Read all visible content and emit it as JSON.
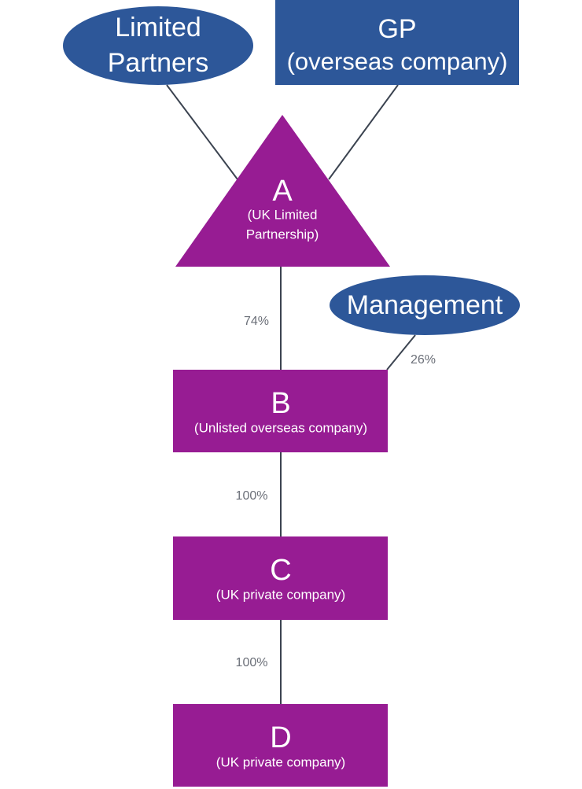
{
  "colors": {
    "entity": "#971c93",
    "owner": "#2d5799",
    "line": "#3b4350",
    "label": "#6b6f78"
  },
  "nodes": {
    "limited_partners": {
      "line1": "Limited",
      "line2": "Partners"
    },
    "gp": {
      "line1": "GP",
      "line2": "(overseas company)"
    },
    "a": {
      "letter": "A",
      "line1": "(UK Limited",
      "line2": "Partnership)"
    },
    "management": {
      "label": "Management"
    },
    "b": {
      "letter": "B",
      "sub": "(Unlisted overseas company)"
    },
    "c": {
      "letter": "C",
      "sub": "(UK private company)"
    },
    "d": {
      "letter": "D",
      "sub": "(UK private company)"
    }
  },
  "edges": {
    "a_to_b": "74%",
    "management_to_b": "26%",
    "b_to_c": "100%",
    "c_to_d": "100%"
  }
}
